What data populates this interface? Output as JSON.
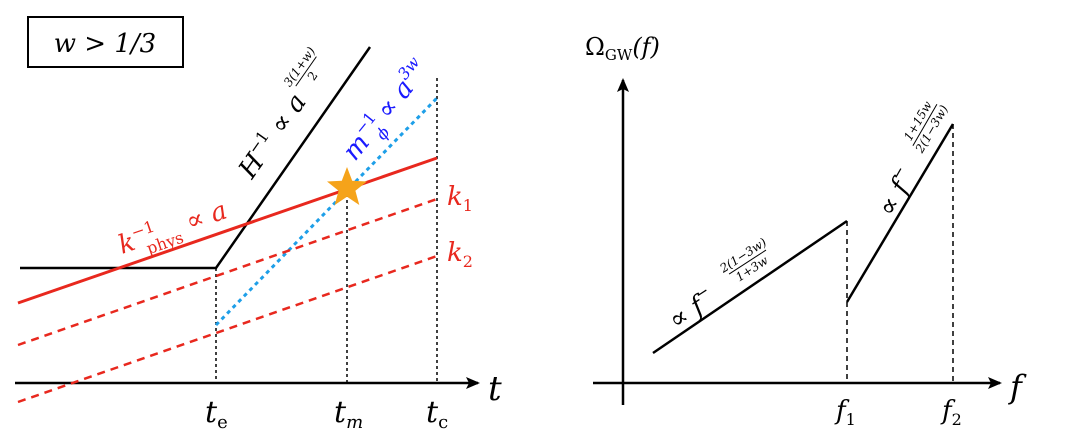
{
  "left_panel": {
    "box_label": "w > 1/3",
    "axis_var": "t",
    "hubble": {
      "base": "H",
      "sup": "−1",
      "mid": " ∝ a",
      "exp_num": "3(1+w)",
      "exp_den": "2",
      "color": "#000000"
    },
    "mass": {
      "base": "m",
      "sub": "ϕ",
      "sup": "−1",
      "mid": " ∝ a",
      "exp": "3w",
      "color": "#1a1aff",
      "line_color": "#1e9fe8"
    },
    "kphys": {
      "base": "k",
      "sub": "phys",
      "sup": "−1",
      "mid": " ∝ a",
      "color": "#e8281e"
    },
    "k1": "k",
    "k1_sub": "1",
    "k2": "k",
    "k2_sub": "2",
    "tick_te": "t",
    "tick_te_sub": "e",
    "tick_tm": "t",
    "tick_tm_sub": "m",
    "tick_tc": "t",
    "tick_tc_sub": "c",
    "star_color": "#f5a31a"
  },
  "right_panel": {
    "y_label": "Ω",
    "y_label_sub": "GW",
    "y_label_arg": "(f)",
    "axis_var": "f",
    "seg1": {
      "prefix": "∝ f",
      "exp_sign": "−",
      "exp_num": "2(1−3w)",
      "exp_den": "1+3w"
    },
    "seg2": {
      "prefix": "∝ f",
      "exp_sign": "−",
      "exp_num": "1+15w",
      "exp_den": "2(1−3w)"
    },
    "tick_f1": "f",
    "tick_f1_sub": "1",
    "tick_f2": "f",
    "tick_f2_sub": "2"
  }
}
